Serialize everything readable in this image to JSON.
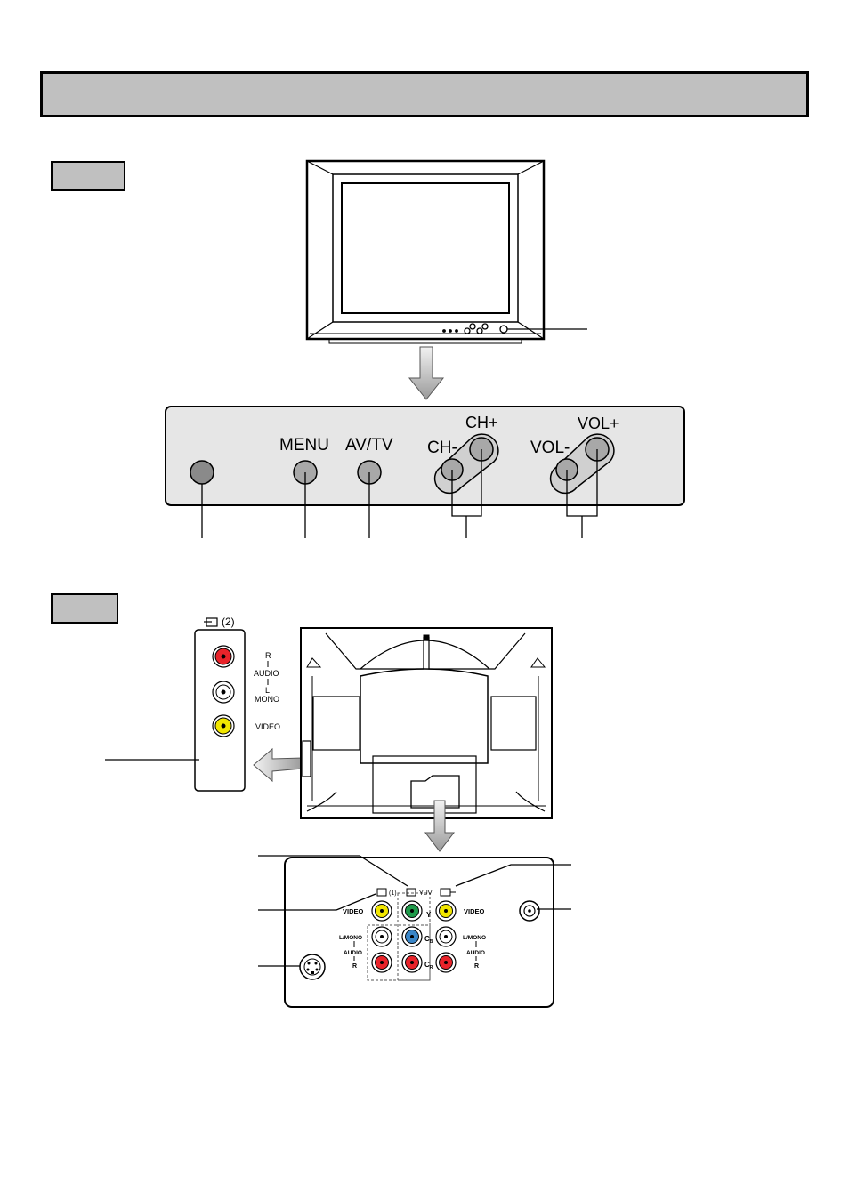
{
  "front_panel": {
    "menu_label": "MENU",
    "avtv_label": "AV/TV",
    "ch_minus_label": "CH-",
    "ch_plus_label": "CH+",
    "vol_minus_label": "VOL-",
    "vol_plus_label": "VOL+"
  },
  "side_panel": {
    "input_label": "(2)",
    "audio_r": "R",
    "audio_label": "AUDIO",
    "audio_l": "L",
    "mono_label": "MONO",
    "video_label": "VIDEO"
  },
  "rear_panel": {
    "input1_label": "(1)",
    "yuv_label": "YUV",
    "video_left": "VIDEO",
    "video_right": "VIDEO",
    "y_label": "Y",
    "cb_label": "C",
    "cb_sub": "B",
    "cr_label": "C",
    "cr_sub": "R",
    "lmono_left": "L/MONO",
    "lmono_right": "L/MONO",
    "audio_left": "AUDIO",
    "audio_right": "AUDIO",
    "r_left": "R",
    "r_right": "R"
  },
  "colors": {
    "title_bar": "#c0c0c0",
    "jack_red": "#e8232a",
    "jack_yellow": "#f2e600",
    "jack_green": "#1f9a4a",
    "jack_blue": "#3a86c8",
    "jack_white": "#ffffff",
    "panel_gray": "#e6e6e6",
    "button_gray": "#a8a8a8"
  }
}
